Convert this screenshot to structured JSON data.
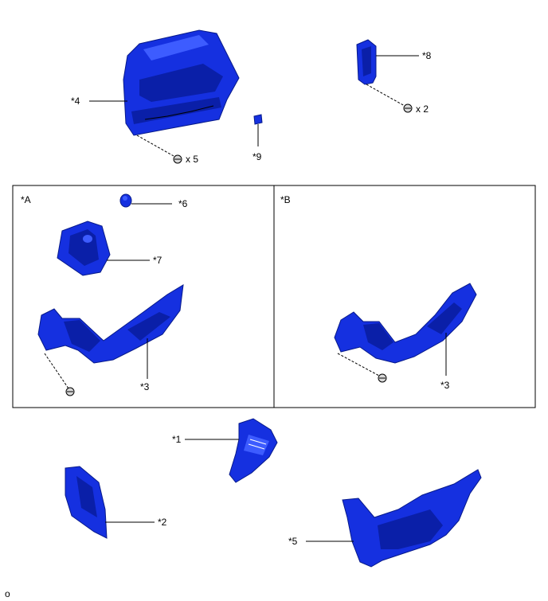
{
  "callouts": {
    "c1": "*1",
    "c2": "*2",
    "c3a": "*3",
    "c3b": "*3",
    "c4": "*4",
    "c5": "*5",
    "c6": "*6",
    "c7": "*7",
    "c8": "*8",
    "c9": "*9"
  },
  "quantities": {
    "q4": "x 5",
    "q8": "x 2"
  },
  "panels": {
    "a": "*A",
    "b": "*B"
  },
  "footer_code": "o",
  "colors": {
    "part": "#1530e0",
    "part_dark": "#0a1fa8"
  }
}
